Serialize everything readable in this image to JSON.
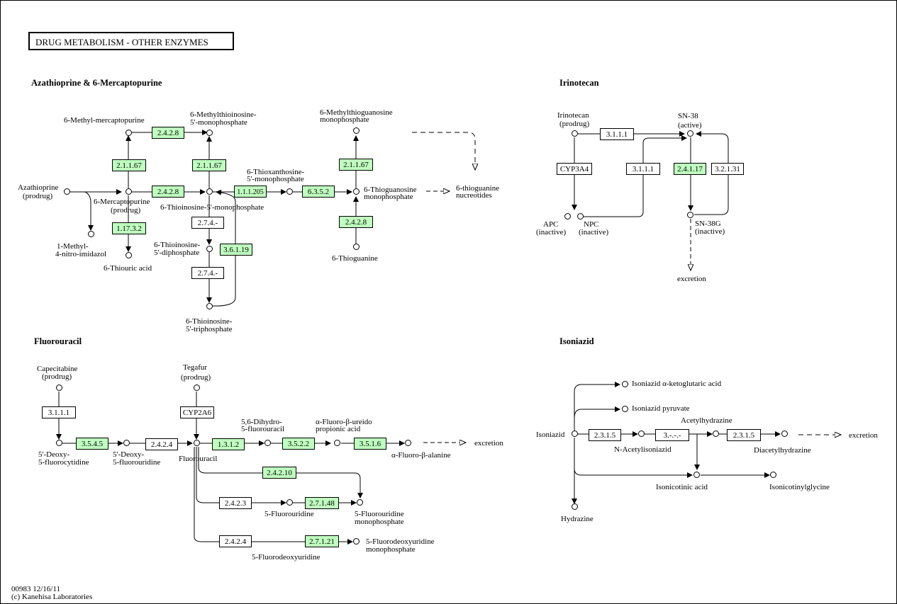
{
  "title": "DRUG  METABOLISM - OTHER ENZYMES",
  "sections": {
    "aza": "Azathioprine & 6-Mercaptopurine",
    "iri": "Irinotecan",
    "flu": "Fluorouracil",
    "iso": "Isoniazid"
  },
  "footer": {
    "line1": "00983 12/16/11",
    "line2": "(c) Kanehisa Laboratories"
  },
  "labels": {
    "methylmp": "6-Methyl-mercaptopurine",
    "mtimp1": "6-Methylthioinosine-",
    "mtimp2": "5'-monophosphate",
    "mtgmp1": "6-Methylthioguanosine",
    "mtgmp2": "monophosphate",
    "aza1": "Azathioprine",
    "aza2": "(prodrug)",
    "mp1": "6-Mercaptopurine",
    "mp2": "(prodrug)",
    "timp": "6-Thioinosine-5'-monophosphate",
    "txmp1": "6-Thioxanthosine-",
    "txmp2": "5'-monophosphate",
    "tgmp1": "6-Thioguanosine",
    "tgmp2": "monophosphate",
    "tgn1": "6-thioguanine",
    "tgn2": "nucreotides",
    "mni1": "1-Methyl-",
    "mni2": "4-nitro-imidazol",
    "tua": "6-Thiouric acid",
    "tidp1": "6-Thioinosine-",
    "tidp2": "5'-diphosphate",
    "titp1": "6-Thioinosine-",
    "titp2": "5'-triphosphate",
    "tg": "6-Thioguanine",
    "iri1": "Irinotecan",
    "iri2": "(prodrug)",
    "sn38_1": "SN-38",
    "sn38_2": "(active)",
    "apc1": "APC",
    "apc2": "(inactive)",
    "npc1": "NPC",
    "npc2": "(inactive)",
    "sn38g1": "SN-38G",
    "sn38g2": "(inactive)",
    "excretion_iri": "excretion",
    "cap1": "Capecitabine",
    "cap2": "(prodrug)",
    "teg1": "Tegafur",
    "teg2": "(prodrug)",
    "dfcr1": "5'-Deoxy-",
    "dfcr2": "5-fluorocytidine",
    "dfur1": "5'-Deoxy-",
    "dfur2": "5-fluorouridine",
    "fu": "Fluorouracil",
    "dhfu1": "5,6-Dihydro-",
    "dhfu2": "5-fluorouracil",
    "fupa1": "α-Fluoro-β-ureido",
    "fupa2": "propionic acid",
    "fbal": "α-Fluoro-β-alanine",
    "excretion_flu": "excretion",
    "fur": "5-Fluorouridine",
    "fump1": "5-Fluorouridine",
    "fump2": "monophosphate",
    "fudr": "5-Fluorodeoxyuridine",
    "fdump1": "5-Fluorodeoxyuridine",
    "fdump2": "monophosphate",
    "iso": "Isoniazid",
    "isokg": "Isoniazid α-ketoglutaric acid",
    "isopyr": "Isoniazid pyruvate",
    "acethyd": "Acetylhydrazine",
    "naciso": "N-Acetylisoniazid",
    "diacet": "Diacetylhydrazine",
    "excretion_iso": "excretion",
    "isonic": "Isonicotinic acid",
    "isonicgly": "Isonicotinylglycine",
    "hydrazine": "Hydrazine"
  },
  "enzymes": {
    "e1": "2.4.2.8",
    "e2": "2.1.1.67",
    "e3": "2.1.1.67",
    "e4": "2.1.1.67",
    "e5": "2.4.2.8",
    "e6": "1.1.1.205",
    "e7": "6.3.5.2",
    "e8": "2.4.2.8",
    "e9": "1.17.3.2",
    "e10": "2.7.4.-",
    "e11": "3.6.1.19",
    "e12": "2.7.4.-",
    "e13": "3.1.1.1",
    "e14": "CYP3A4",
    "e15": "3.1.1.1",
    "e16": "2.4.1.17",
    "e17": "3.2.1.31",
    "e18": "3.1.1.1",
    "e19": "CYP2A6",
    "e20": "3.5.4.5",
    "e21": "2.4.2.4",
    "e22": "1.3.1.2",
    "e23": "3.5.2.2",
    "e24": "3.5.1.6",
    "e25": "2.4.2.10",
    "e26": "2.4.2.3",
    "e27": "2.7.1.48",
    "e28": "2.4.2.4",
    "e29": "2.7.1.21",
    "e30": "2.3.1.5",
    "e31": "3.-.-.-",
    "e32": "2.3.1.5"
  },
  "colors": {
    "enzyme_highlight": "#bfffbf",
    "enzyme_plain": "#ffffff",
    "line": "#000000"
  }
}
